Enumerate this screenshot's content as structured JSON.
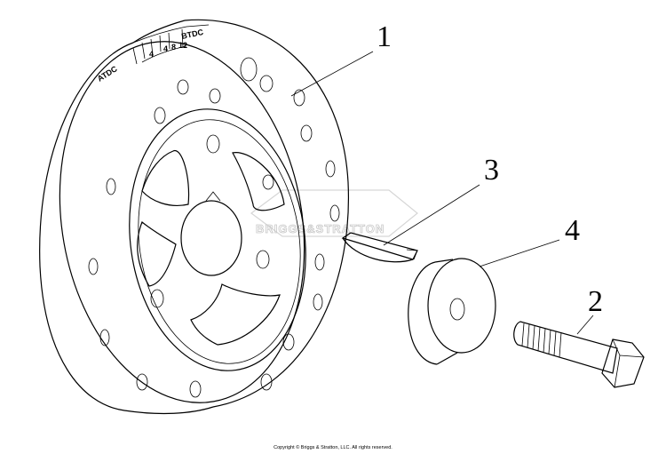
{
  "timing_marks": {
    "atdc": "ATDC",
    "btdc": "BTDC",
    "n4": "4",
    "n4b": "4",
    "n8": "8",
    "n12": "12"
  },
  "watermark": "BRIGGS&STRATTON",
  "callouts": {
    "flywheel": "1",
    "bolt": "2",
    "key": "3",
    "washer": "4"
  },
  "copyright": "Copyright © Briggs & Stratton, LLC. All rights reserved."
}
